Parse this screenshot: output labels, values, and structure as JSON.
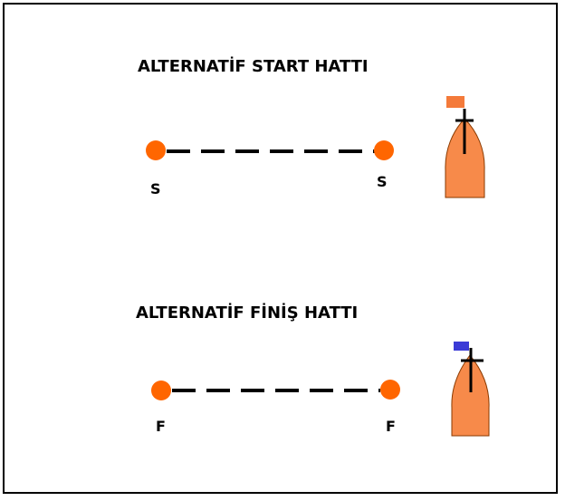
{
  "start_section": {
    "title": "ALTERNATİF START HATTI",
    "mark_left_label": "S",
    "mark_right_label": "S"
  },
  "finish_section": {
    "title": "ALTERNATİF FİNİŞ HATTI",
    "mark_left_label": "F",
    "mark_right_label": "F"
  },
  "colors": {
    "mark": "#ff6600",
    "hull": "#f78a4a",
    "start_flag": "#f47a3a",
    "finish_flag": "#3b3bd6",
    "line": "#000000",
    "frame": "#000000"
  },
  "icons": {
    "left_mark": "orange-buoy",
    "right_mark": "orange-buoy",
    "committee_boat": "committee-boat",
    "start_flag": "orange-flag",
    "finish_flag": "blue-flag"
  }
}
